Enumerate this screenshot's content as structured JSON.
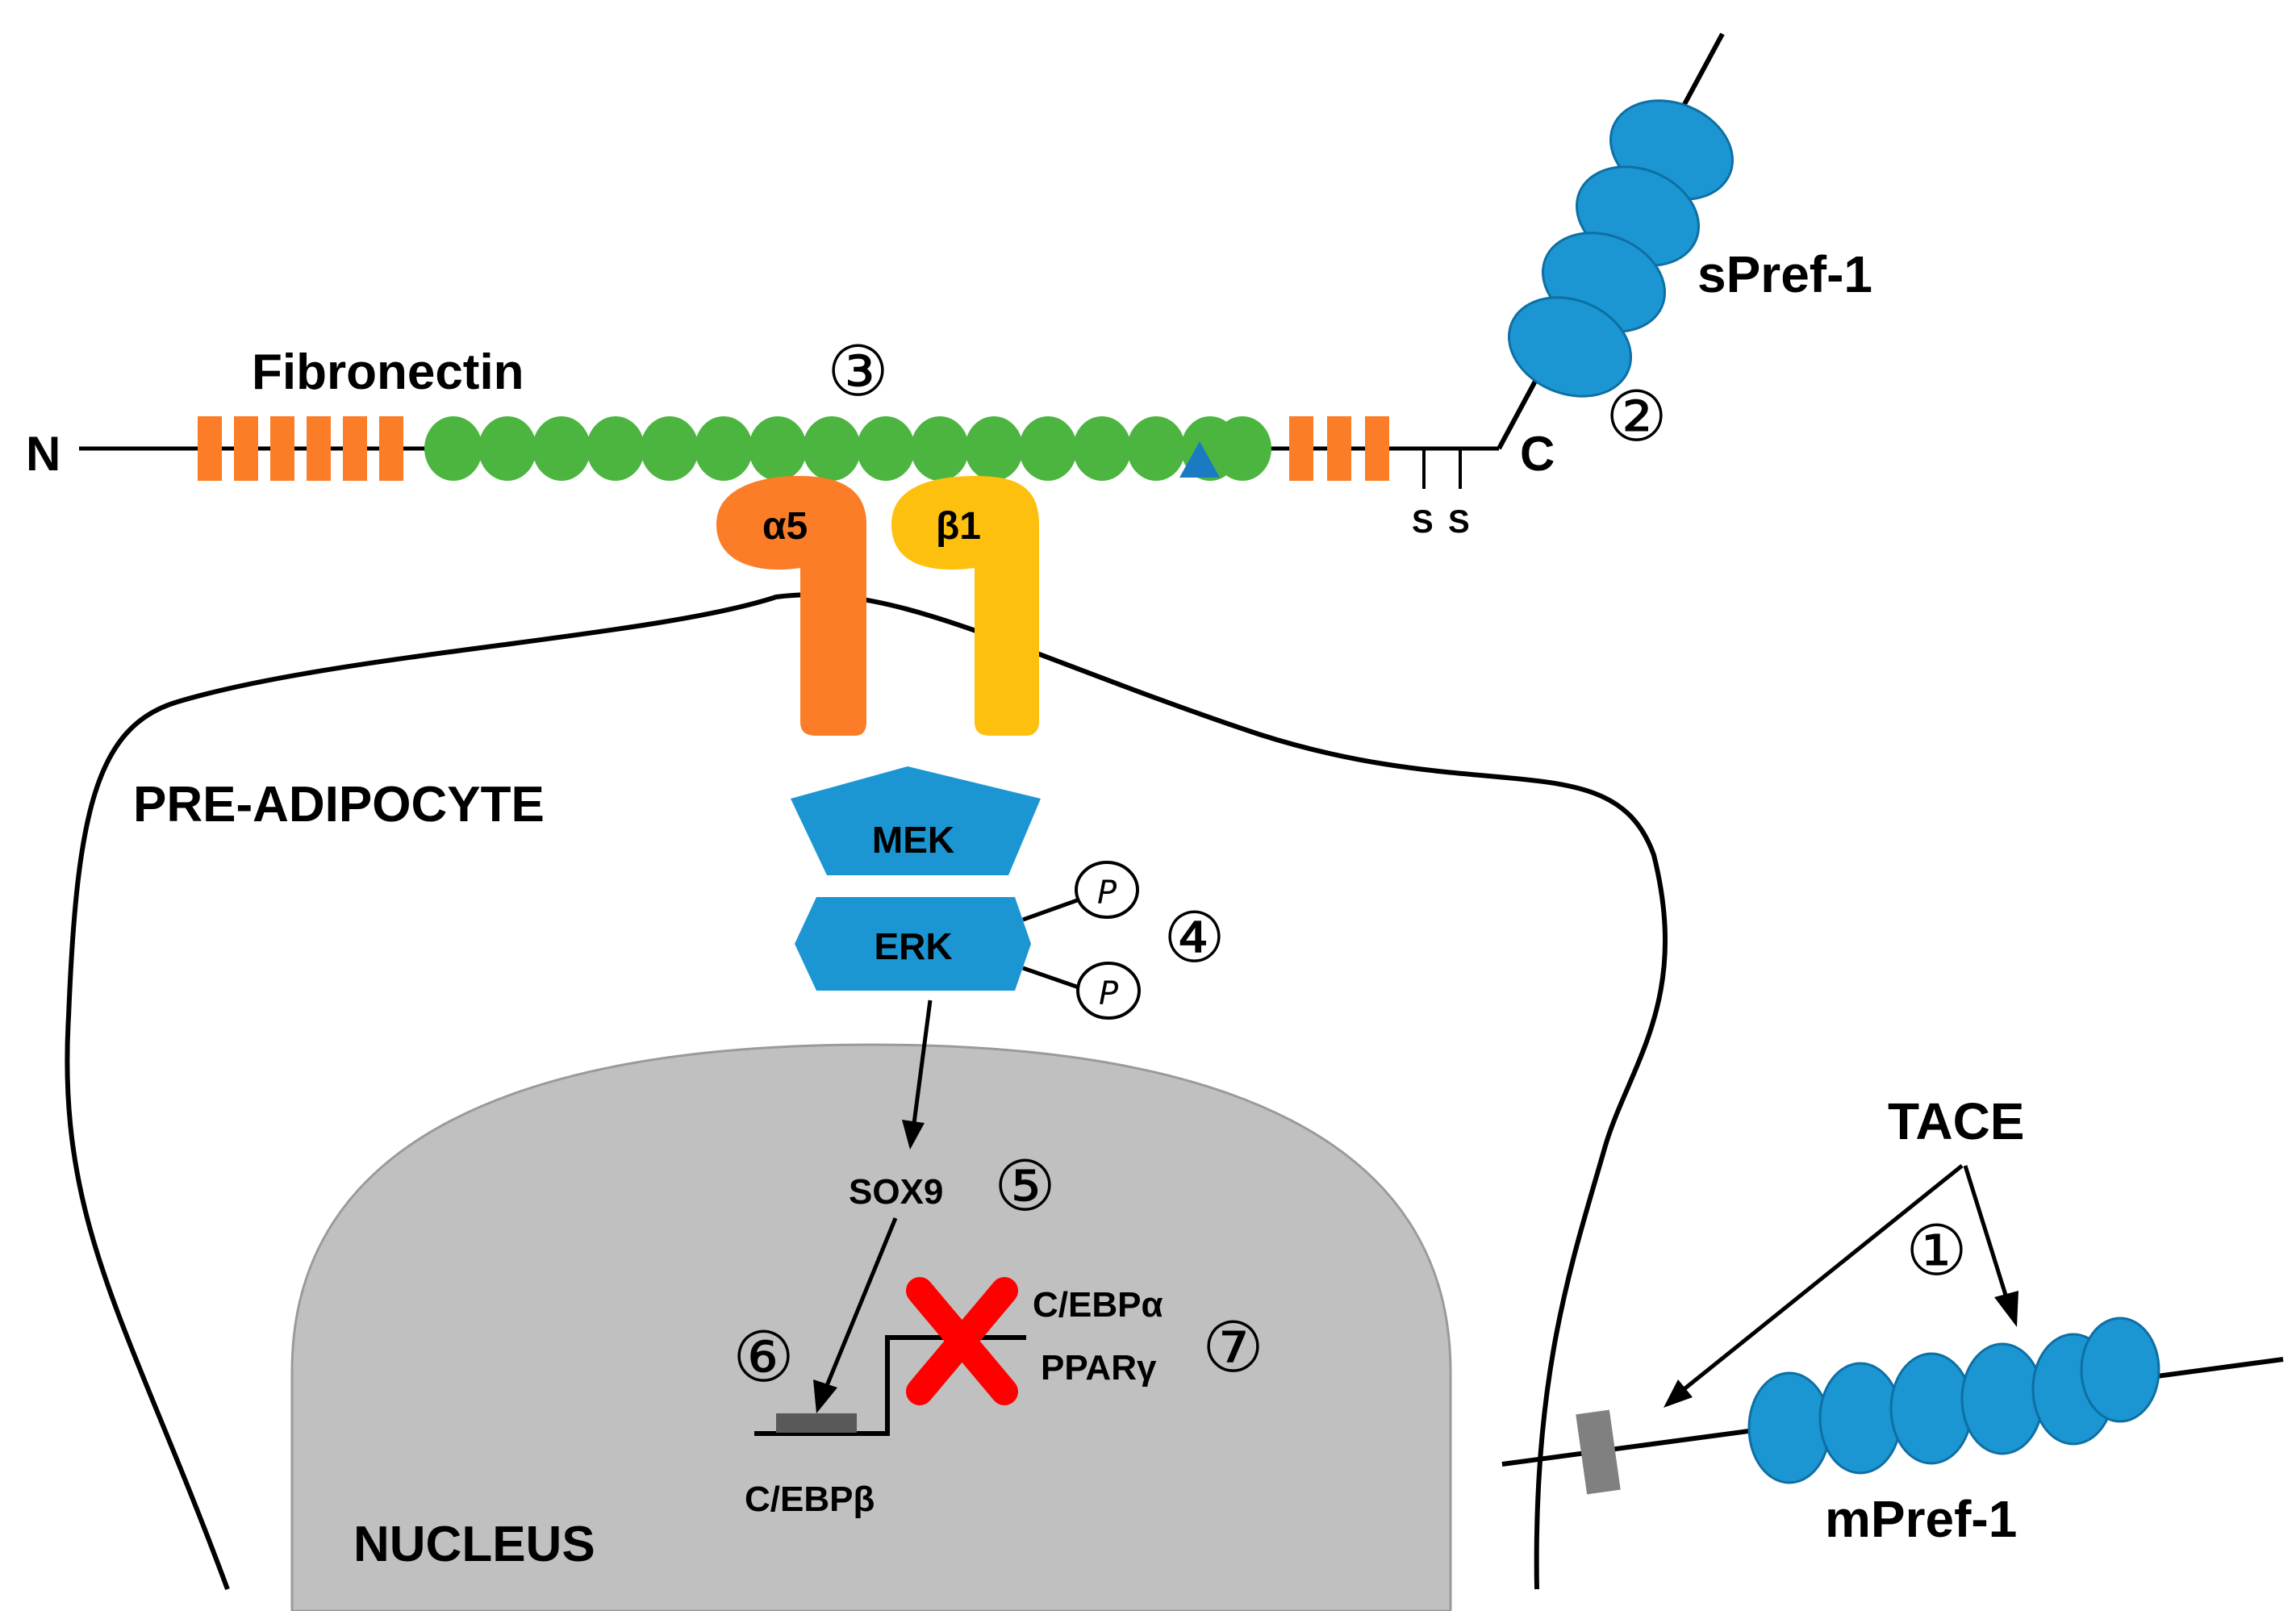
{
  "labels": {
    "fibronectin": "Fibronectin",
    "n_terminus": "N",
    "c_terminus": "C",
    "disulfide_1": "S",
    "disulfide_2": "S",
    "spref1": "sPref-1",
    "mpref1": "mPref-1",
    "tace": "TACE",
    "alpha5": "α5",
    "beta1": "β1",
    "mek": "MEK",
    "erk": "ERK",
    "phospho_1": "P",
    "phospho_2": "P",
    "preadipocyte": "PRE-ADIPOCYTE",
    "nucleus": "NUCLEUS",
    "sox9": "SOX9",
    "cebpb": "C/EBPβ",
    "cebpa": "C/EBPα",
    "pparg": "PPARγ"
  },
  "steps": {
    "s1": "①",
    "s2": "②",
    "s3": "③",
    "s4": "④",
    "s5": "⑤",
    "s6": "⑥",
    "s7": "⑦"
  },
  "colors": {
    "domain_blue": "#1b96d3",
    "fibronectin_green": "#4cb540",
    "repeat_orange": "#fb7d27",
    "integrin_alpha_orange": "#fb7d27",
    "integrin_beta_yellow": "#fdc00f",
    "nucleus_gray": "#c0c0c0",
    "promoter_gray": "#595959",
    "block_red": "#ff0000",
    "membrane_black": "#000000"
  }
}
